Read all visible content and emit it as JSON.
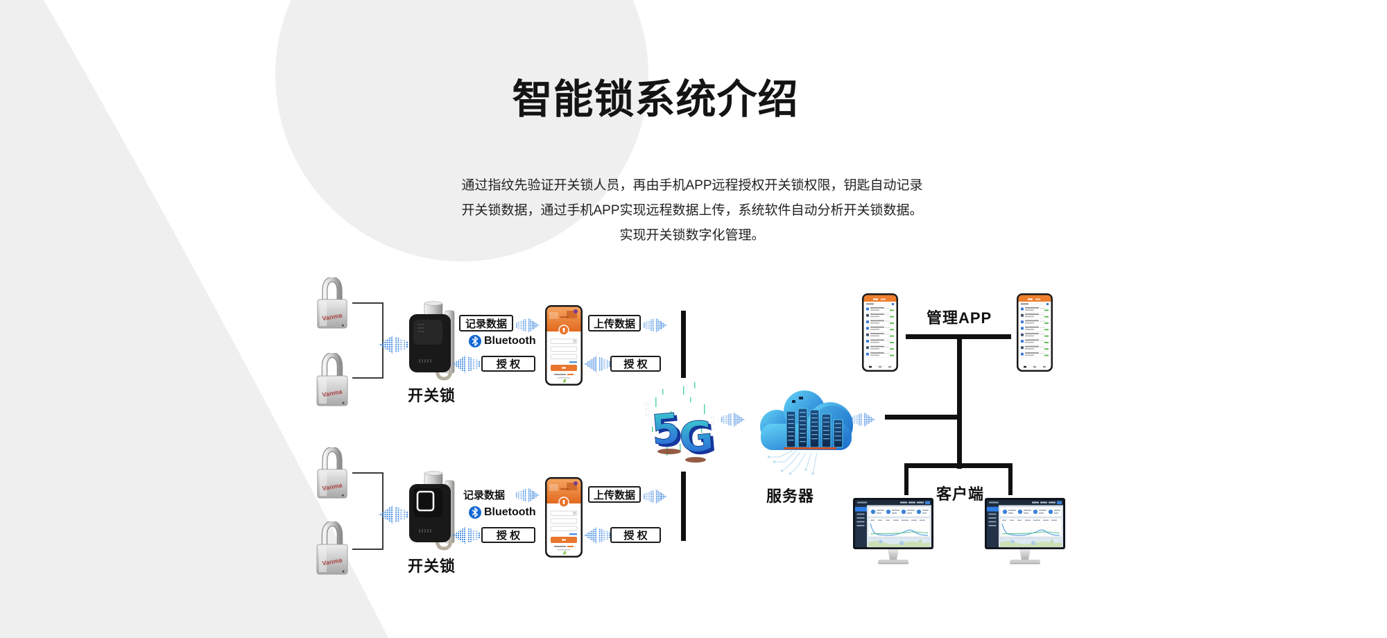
{
  "page": {
    "title": "智能锁系统介绍",
    "description_lines": [
      "通过指纹先验证开关锁人员，再由手机APP远程授权开关锁权限，钥匙自动记录",
      "开关锁数据，通过手机APP实现远程数据上传，系统软件自动分析开关锁数据。",
      "实现开关锁数字化管理。"
    ]
  },
  "colors": {
    "bg_shape": "#f0eff0",
    "accent_blue": "#3d87e0",
    "bluetooth_blue": "#1269d3",
    "app_orange": "#ee7b2d",
    "cloud_blue_light": "#63d4f5",
    "cloud_blue_dark": "#1767cd",
    "status_green": "#55b34a",
    "line_black": "#111111"
  },
  "diagram": {
    "groups": [
      {
        "padlock_brand": "Vanma",
        "device_label": "开关锁",
        "record_label": "记录数据",
        "bluetooth_label": "Bluetooth",
        "auth_left_label": "授 权",
        "upload_label": "上传数据",
        "auth_right_label": "授 权"
      },
      {
        "padlock_brand": "Vanma",
        "device_label": "开关锁",
        "record_label": "记录数据",
        "bluetooth_label": "Bluetooth",
        "auth_left_label": "授 权",
        "upload_label": "上传数据",
        "auth_right_label": "授 权"
      }
    ],
    "center": {
      "tech_label": "5G",
      "tech_char_1": "5",
      "tech_char_2": "G",
      "server_label": "服务器"
    },
    "right": {
      "app_label": "管理APP",
      "client_label": "客户端"
    }
  }
}
